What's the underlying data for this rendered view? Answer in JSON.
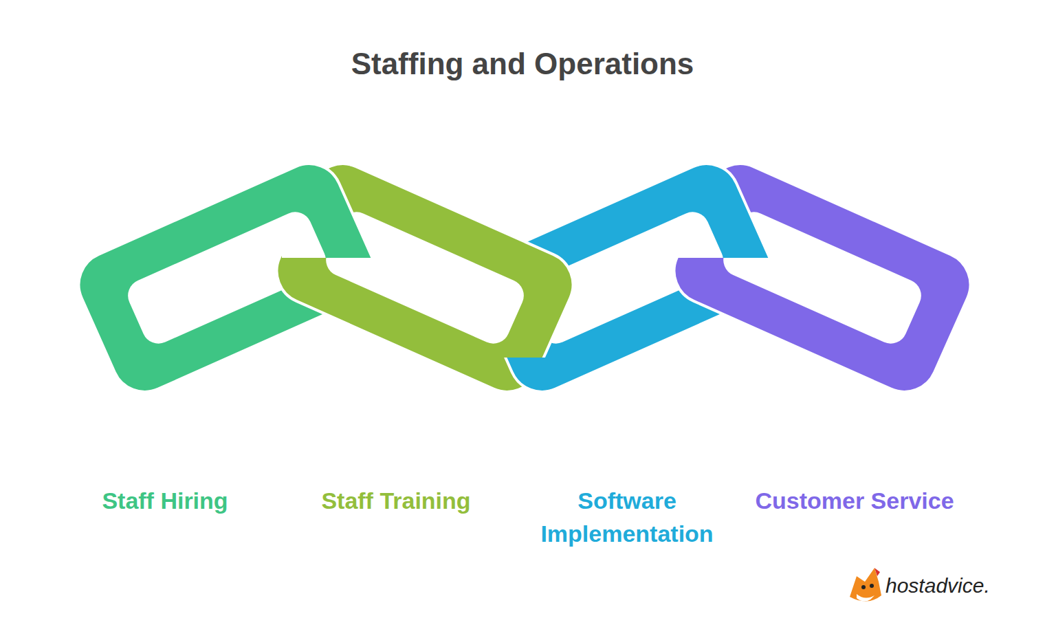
{
  "diagram": {
    "title": "Staffing and Operations",
    "labels": [
      "Staff Hiring",
      "Staff Training",
      "Software Implementation",
      "Customer Service",
      "hostadvice."
    ]
  }
}
